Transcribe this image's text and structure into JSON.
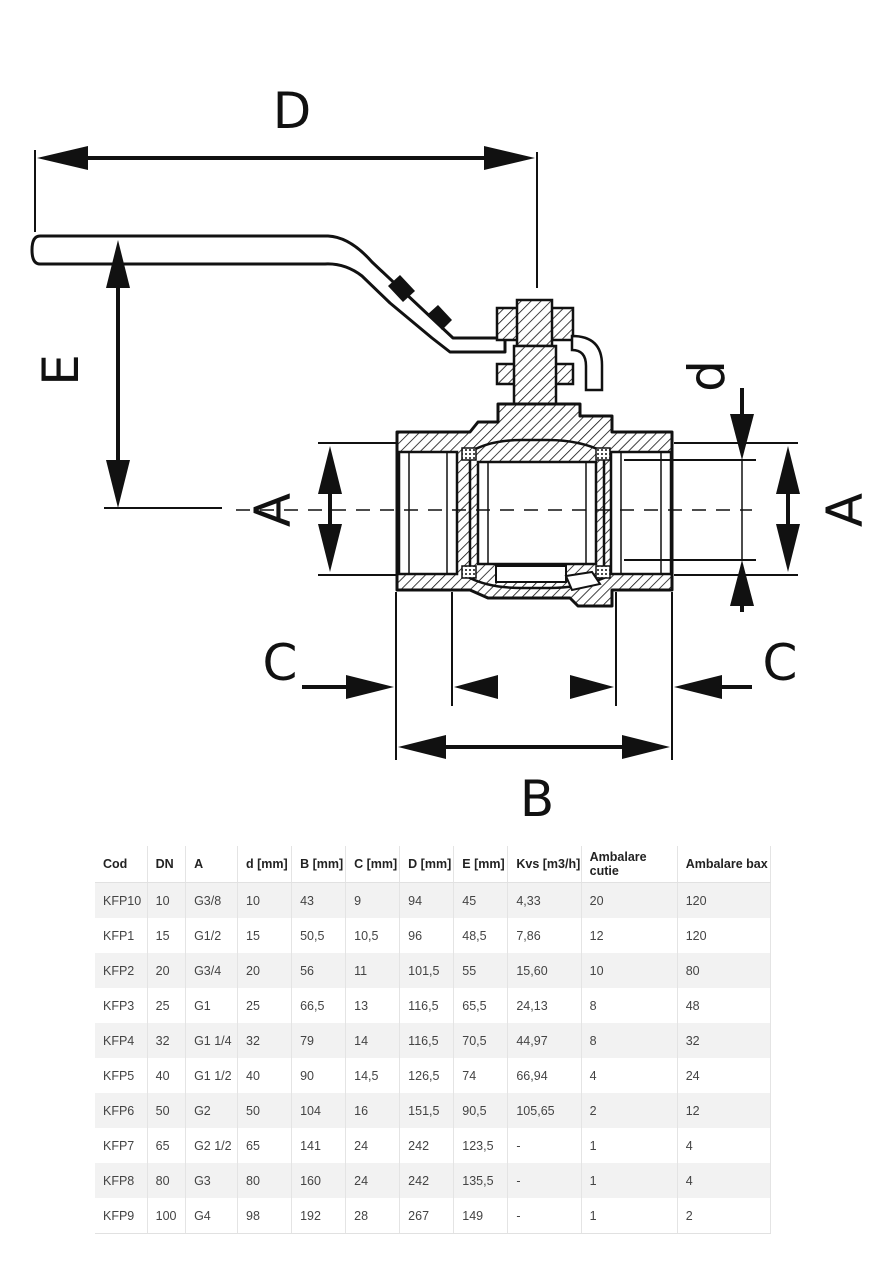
{
  "dimension_labels": {
    "D": "D",
    "E": "E",
    "A_left": "A",
    "A_right": "A",
    "d": "d",
    "C_left": "C",
    "C_right": "C",
    "B": "B"
  },
  "table": {
    "headers": [
      "Cod",
      "DN",
      "A",
      "d [mm]",
      "B [mm]",
      "C [mm]",
      "D [mm]",
      "E [mm]",
      "Kvs [m3/h]",
      "Ambalare cutie",
      "Ambalare bax"
    ],
    "rows": [
      [
        "KFP10",
        "10",
        "G3/8",
        "10",
        "43",
        "9",
        "94",
        "45",
        "4,33",
        "20",
        "120"
      ],
      [
        "KFP1",
        "15",
        "G1/2",
        "15",
        "50,5",
        "10,5",
        "96",
        "48,5",
        "7,86",
        "12",
        "120"
      ],
      [
        "KFP2",
        "20",
        "G3/4",
        "20",
        "56",
        "11",
        "101,5",
        "55",
        "15,60",
        "10",
        "80"
      ],
      [
        "KFP3",
        "25",
        "G1",
        "25",
        "66,5",
        "13",
        "116,5",
        "65,5",
        "24,13",
        "8",
        "48"
      ],
      [
        "KFP4",
        "32",
        "G1 1/4",
        "32",
        "79",
        "14",
        "116,5",
        "70,5",
        "44,97",
        "8",
        "32"
      ],
      [
        "KFP5",
        "40",
        "G1 1/2",
        "40",
        "90",
        "14,5",
        "126,5",
        "74",
        "66,94",
        "4",
        "24"
      ],
      [
        "KFP6",
        "50",
        "G2",
        "50",
        "104",
        "16",
        "151,5",
        "90,5",
        "105,65",
        "2",
        "12"
      ],
      [
        "KFP7",
        "65",
        "G2 1/2",
        "65",
        "141",
        "24",
        "242",
        "123,5",
        "-",
        "1",
        "4"
      ],
      [
        "KFP8",
        "80",
        "G3",
        "80",
        "160",
        "24",
        "242",
        "135,5",
        "-",
        "1",
        "4"
      ],
      [
        "KFP9",
        "100",
        "G4",
        "98",
        "192",
        "28",
        "267",
        "149",
        "-",
        "1",
        "2"
      ]
    ]
  }
}
